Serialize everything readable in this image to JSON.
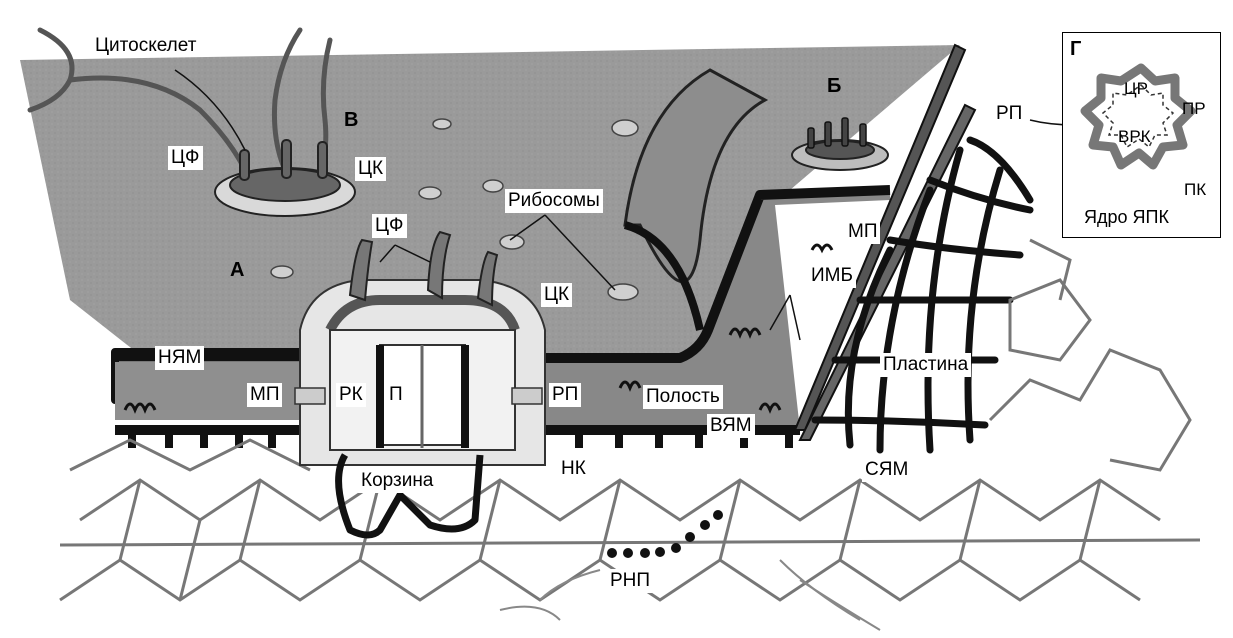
{
  "labels": {
    "cytoskeleton": "Цитоскелет",
    "section_v": "В",
    "section_b": "Б",
    "section_a": "А",
    "section_g": "Г",
    "cf_left": "ЦФ",
    "cf_center": "ЦФ",
    "ck_top": "ЦК",
    "ck_right": "ЦК",
    "ribosomes": "Рибосомы",
    "onm": "НЯМ",
    "mp_left": "МП",
    "rk": "РК",
    "p": "П",
    "rp_mid": "РП",
    "cavity": "Полость",
    "inm": "ВЯМ",
    "nk": "НК",
    "basket": "Корзина",
    "rnp": "РНП",
    "mp_right": "МП",
    "imb": "ИМБ",
    "lamina": "Пластина",
    "syam": "СЯМ",
    "rp_right": "РП"
  },
  "inset": {
    "cr": "ЦР",
    "pr": "ПР",
    "vrk": "ВРК",
    "pk": "ПК",
    "caption": "Ядро ЯПК"
  }
}
